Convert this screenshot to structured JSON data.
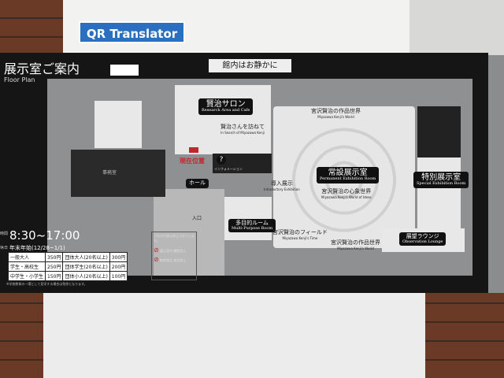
{
  "qr_label": "QR Translator",
  "title": "展示室ご案内",
  "subtitle": "Floor Plan",
  "quiet_notice": "館内はお静かに",
  "rooms": {
    "salon": {
      "ja": "賢治サロン",
      "en": "Research Area and Cafe"
    },
    "search": {
      "ja": "賢治さんを訪ねて",
      "en": "In Search of Miyazawa Kenji"
    },
    "current": "現在位置",
    "info": "インフォメーション",
    "hall": "ホール",
    "entrance": "入口",
    "office": "事務室",
    "intro": {
      "ja": "導入展示",
      "en": "Introductory Exhibition"
    },
    "multi": {
      "ja": "多目的ルーム",
      "en": "Multi-Purpose Room"
    },
    "permanent": {
      "ja": "常設展示室",
      "en": "Permanent Exhibition Room"
    },
    "works_top": {
      "ja": "宮沢賢治の作品世界",
      "en": "Miyazawa Kenji's World"
    },
    "mind": {
      "ja": "宮沢賢治の心象世界",
      "en": "Miyazawa Kenji's World of Ideas"
    },
    "field": {
      "ja": "宮沢賢治のフィールド",
      "en": "Miyazawa Kenji's Time"
    },
    "works_bottom": {
      "ja": "宮沢賢治の作品世界",
      "en": "Miyazawa Kenji's World"
    },
    "special": {
      "ja": "特別展示室",
      "en": "Special Exhibition Room"
    },
    "lounge": {
      "ja": "展望ラウンジ",
      "en": "Observation Lounge"
    }
  },
  "hours": {
    "label": "時間",
    "value": "8:30~17:00",
    "closed_label": "休日",
    "closed": "年末年始(12/28~1/1)"
  },
  "fees": [
    [
      "一般大人",
      "350円",
      "団体大人(20名以上)",
      "300円"
    ],
    [
      "学生・高校生",
      "250円",
      "団体学生(20名以上)",
      "200円"
    ],
    [
      "中学生・小学生",
      "150円",
      "団体小人(20名以上)",
      "100円"
    ]
  ],
  "notes": "※学校教育の一環として見学する場合は免除となります。",
  "rules": {
    "intro": "下記の行為は禁止されています。",
    "no_photo": "展示室内 撮影禁止",
    "no_phone": "携帯電話 使用禁止"
  }
}
